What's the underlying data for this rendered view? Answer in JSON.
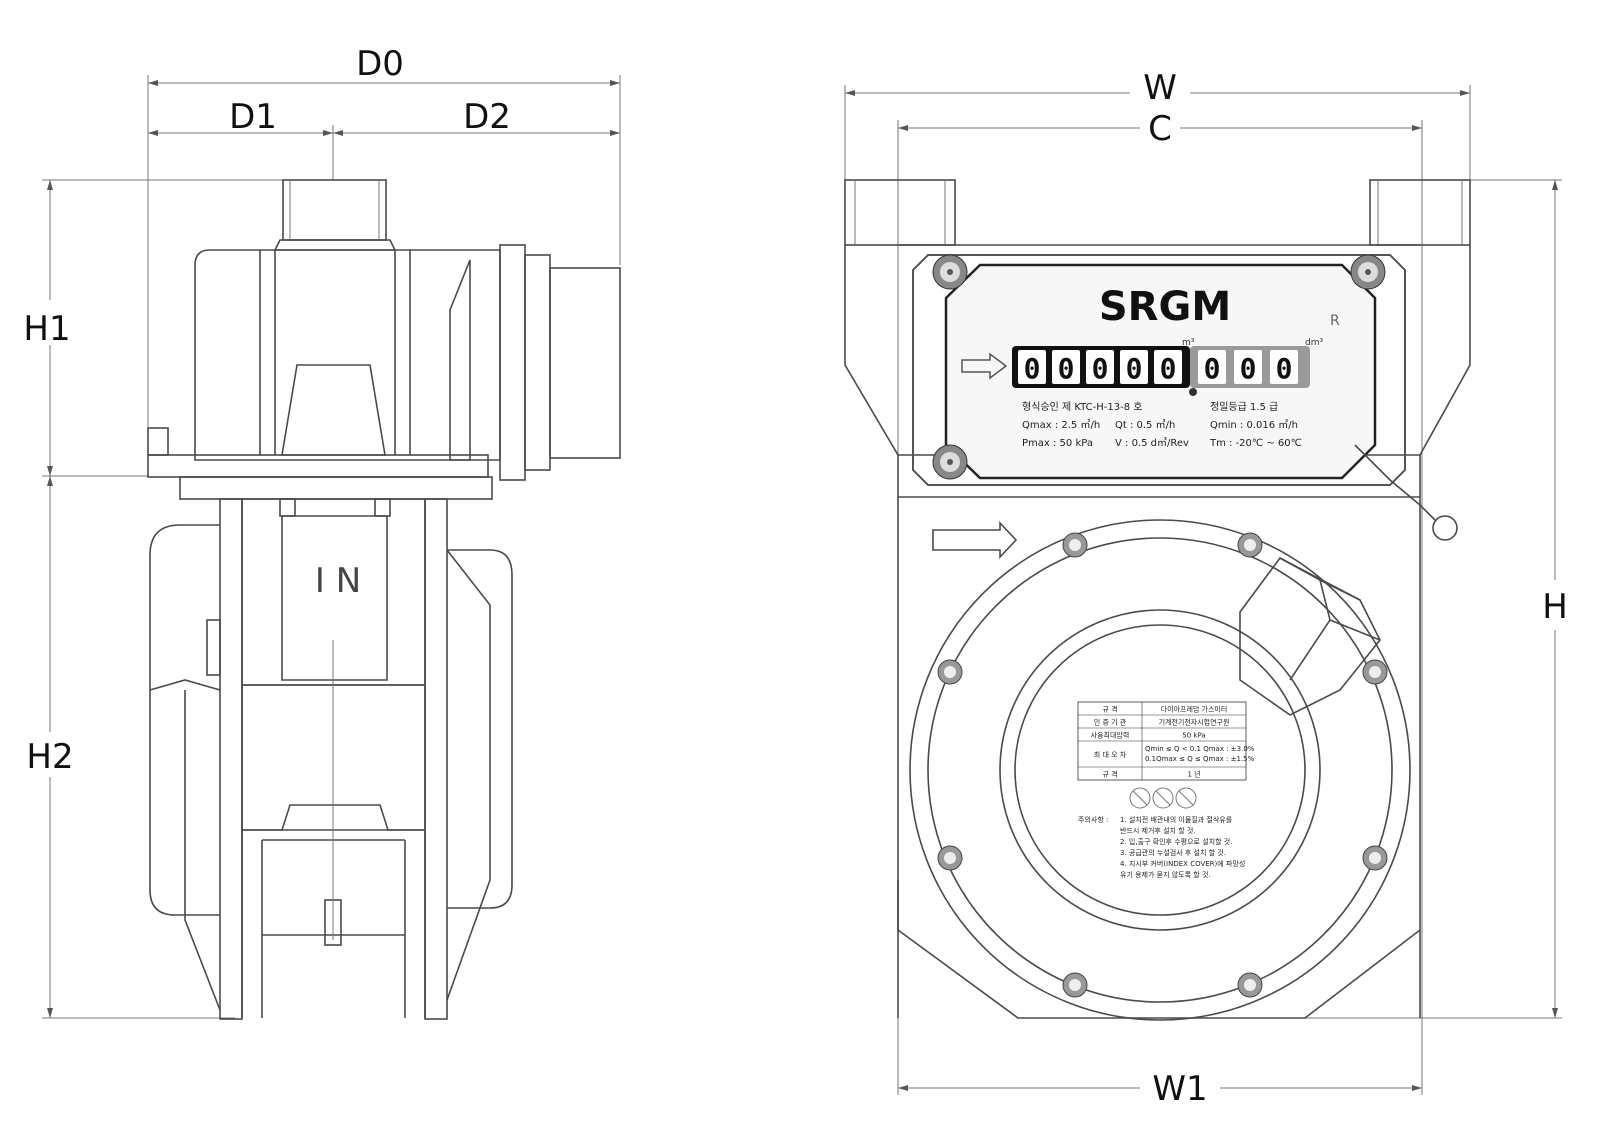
{
  "dimensions": {
    "d0": "D0",
    "d1": "D1",
    "d2": "D2",
    "h1": "H1",
    "h2": "H2",
    "w": "W",
    "c": "C",
    "h": "H",
    "w1": "W1"
  },
  "side_view": {
    "inlet_label": "I N"
  },
  "nameplate": {
    "brand": "SRGM",
    "reset_mark": "R",
    "unit_left": "m³",
    "unit_right": "dm³",
    "digits_black": [
      "0",
      "0",
      "0",
      "0",
      "0"
    ],
    "digits_grey": [
      "0",
      "0",
      "0"
    ],
    "approval": "형식승인 제 KTC-H-13-8 호",
    "accuracy_class": "정밀등급 1.5 급",
    "qmax": "Qmax : 2.5 ㎥/h",
    "qt": "Qt : 0.5 ㎥/h",
    "qmin": "Qmin  :  0.016 ㎥/h",
    "pmax": "Pmax : 50 kPa",
    "volume": "V : 0.5 d㎥/Rev",
    "temp": "Tm  :  -20℃ ~ 60℃"
  },
  "spec_table": {
    "rows": [
      {
        "key": "규        격",
        "value": "다이아프레덤 가스미터"
      },
      {
        "key": "인 증 기 관",
        "value": "기계전기전자시험연구원"
      },
      {
        "key": "사용최대압력",
        "value": "50 kPa"
      },
      {
        "key": "최 대 오 차",
        "value": "Qmin ≤ Q < 0.1 Qmax : ±3.0%\n0.1Qmax ≤ Q ≤ Qmax : ±1.5%"
      },
      {
        "key": "규        격",
        "value": "1 년"
      }
    ],
    "notes_title": "주의사항 :",
    "notes": [
      "1. 설치전 배관내의 이물질과 절삭유를",
      "반드시 제거후 설치 할 것.",
      "2. 입,출구 확인후 수평으로 설치할 것.",
      "3. 공급관의 누설검사 후 설치 할 것.",
      "4. 지시부 커버(INDEX COVER)에 파망성",
      "유기 용제가 묻지 않도록 할 것."
    ]
  }
}
